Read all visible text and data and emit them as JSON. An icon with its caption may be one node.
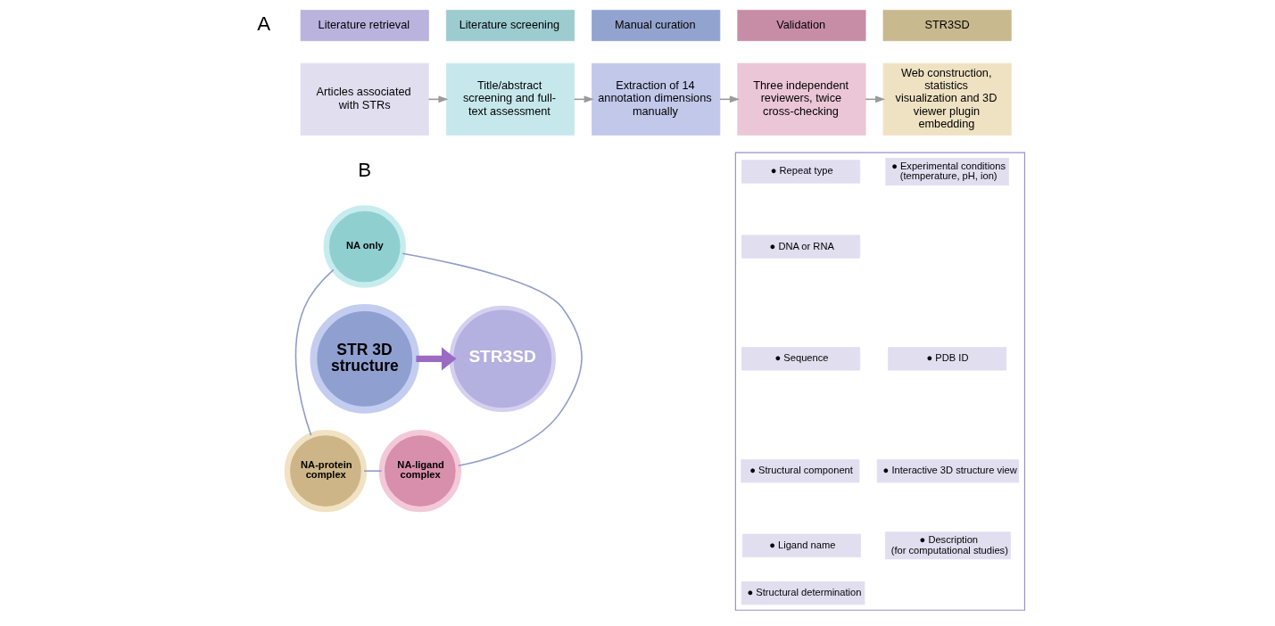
{
  "diagram": {
    "nodes": [
      {
        "text": [
          "Literature retrieval"
        ]
      },
      {
        "text": [
          "Literature screening"
        ]
      },
      {
        "text": [
          "Manual curation"
        ]
      },
      {
        "text": [
          "Validation"
        ]
      },
      {
        "text": [
          "STR3SD"
        ]
      },
      {
        "text": [
          "Articles associated with STRs"
        ]
      },
      {
        "text": [
          "Title/abstract screening and full-text assessment"
        ]
      },
      {
        "text": [
          "Extraction of 14 annotation dimensions manually"
        ]
      },
      {
        "text": [
          "Three independent reviewers, twice cross-checking"
        ]
      },
      {
        "text": [
          "Web construction, statistics visualization and 3D viewer plugin embedding"
        ]
      },
      {
        "text": [
          "NA only"
        ]
      },
      {
        "text": [
          "STR 3D structure"
        ]
      },
      {
        "text": [
          "NA-protein complex"
        ]
      },
      {
        "text": [
          "NA-ligand complex"
        ]
      },
      {
        "text": [
          "STR3SD"
        ]
      },
      {
        "text": [],
        "shape": "box"
      },
      {
        "text": [
          "● Repeat type"
        ],
        "in": 15
      },
      {
        "text": [
          "● Experimental conditions",
          "(temperature, pH, ion)"
        ],
        "in": 15
      },
      {
        "text": [
          "● DNA or RNA"
        ],
        "in": 15
      },
      {
        "text": [
          "● Sequence"
        ],
        "in": 15
      },
      {
        "text": [
          "● PDB ID"
        ],
        "in": 15
      },
      {
        "text": [
          "● Structural component"
        ],
        "in": 15
      },
      {
        "text": [
          "● Interactive 3D structure view"
        ],
        "in": 15
      },
      {
        "text": [
          "● Ligand name"
        ],
        "in": 15
      },
      {
        "text": [
          "● Description",
          "(for computational studies)"
        ],
        "in": 15
      },
      {
        "text": [
          "● Structural determination"
        ],
        "in": 15
      }
    ],
    "edges": [
      {
        "from": 5,
        "to": 6,
        "arrow": "to"
      },
      {
        "from": 6,
        "to": 7,
        "arrow": "to"
      },
      {
        "from": 7,
        "to": 8,
        "arrow": "to"
      },
      {
        "from": 8,
        "to": 9,
        "arrow": "to"
      },
      {
        "from": 10,
        "to": 12,
        "arrow": "none",
        "color": "#8f9cc8"
      },
      {
        "from": 10,
        "to": 13,
        "arrow": "none",
        "color": "#8f9cc8"
      },
      {
        "from": 12,
        "to": 13,
        "arrow": "none",
        "color": "#8f9cc8"
      },
      {
        "from": 11,
        "to": 14,
        "arrow": "to",
        "style": "thick",
        "color": "#9b6bc4"
      }
    ],
    "labels": [
      "A",
      "B"
    ]
  }
}
